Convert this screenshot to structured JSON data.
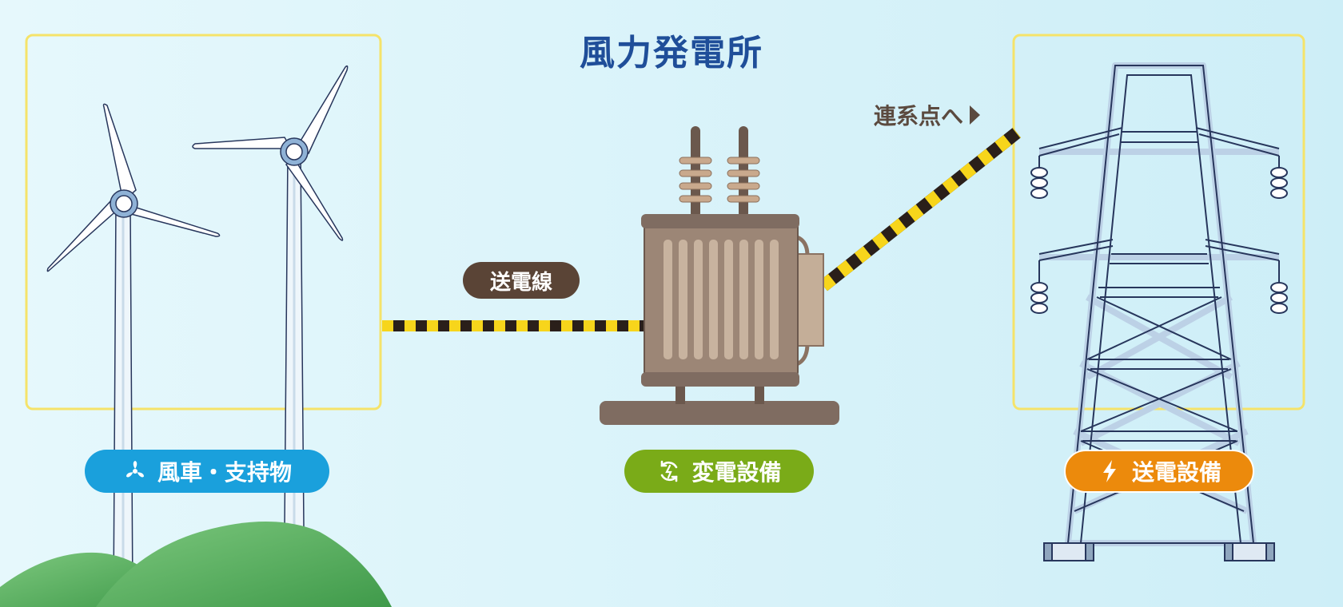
{
  "title": "風力発電所",
  "labels": {
    "turbine": "風車・支持物",
    "substation": "変電設備",
    "transmission": "送電設備",
    "power_line": "送電線",
    "grid_connection": "連系点へ"
  },
  "icons": {
    "turbine": "fan-icon",
    "substation": "cycle-bolt-icon",
    "transmission": "bolt-icon",
    "connection": "triangle-right-icon"
  },
  "colors": {
    "title": "#1f4e99",
    "turbine_badge": "#1aa0dc",
    "substation_badge": "#7aab18",
    "transmission_badge": "#ec8a0c",
    "line_label": "#5a4436",
    "highlight_frame": "#f5e36a",
    "cable_black": "#2a1f1a",
    "cable_yellow": "#f7d51b"
  }
}
